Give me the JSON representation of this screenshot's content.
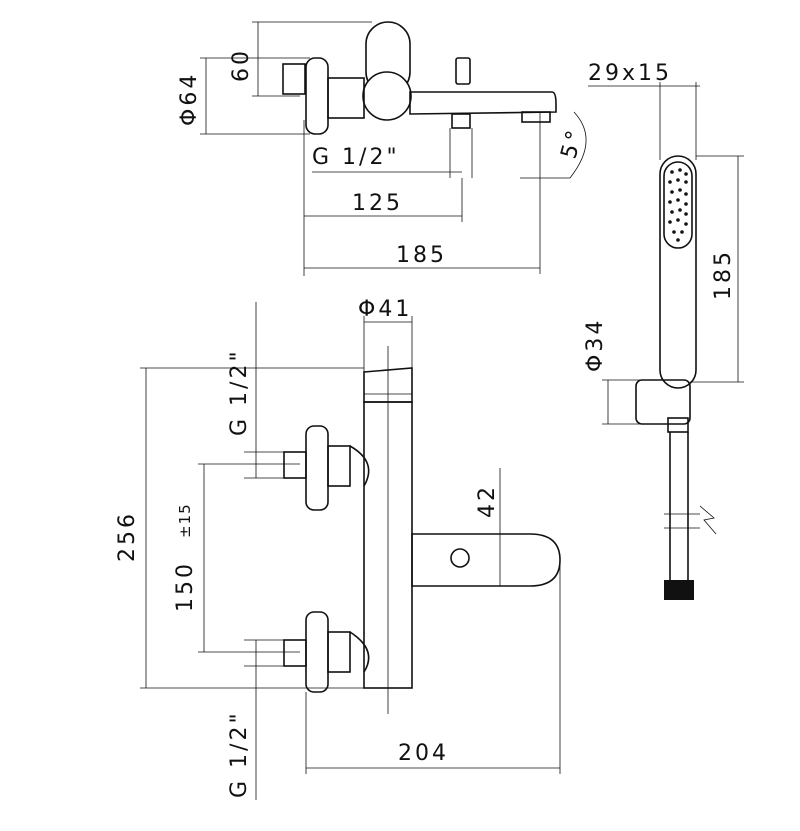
{
  "labels": {
    "top_height": "60",
    "top_diameter": "Φ64",
    "top_thread": "G 1/2\"",
    "top_angle": "5°",
    "top_length_short": "125",
    "top_length_long": "185",
    "hand_section": "29x15",
    "hand_length": "185",
    "hand_diameter": "Φ34",
    "front_diameter": "Φ41",
    "front_thread_upper": "G 1/2\"",
    "front_thread_lower": "G 1/2\"",
    "front_height_total": "256",
    "front_centers": "150",
    "front_centers_tol": "±15",
    "front_spout_height": "42",
    "front_width": "204"
  },
  "colors": {
    "line": "#111111",
    "background": "#ffffff"
  }
}
